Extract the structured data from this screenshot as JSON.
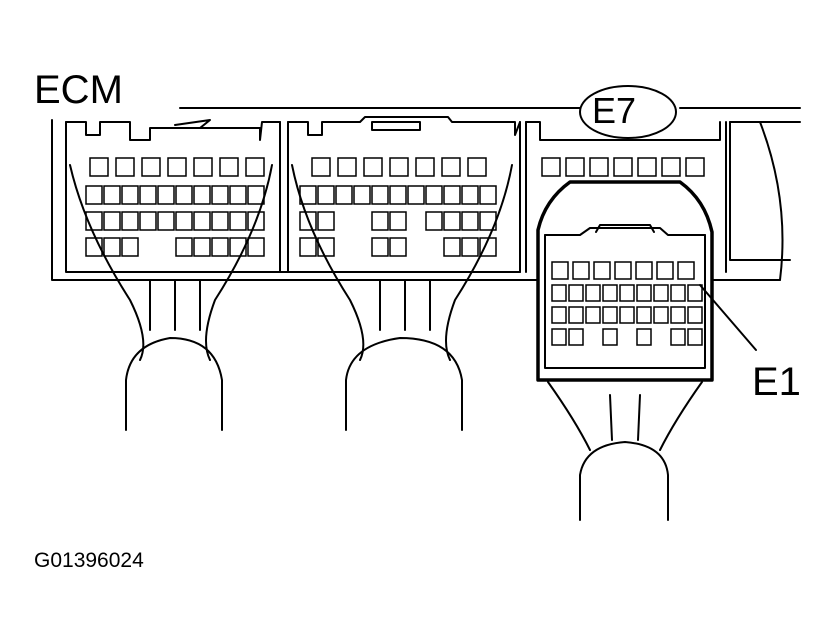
{
  "labels": {
    "ecm": "ECM",
    "connector_e7": "E7",
    "terminal_e1": "E1",
    "figure_code": "G01396024"
  }
}
